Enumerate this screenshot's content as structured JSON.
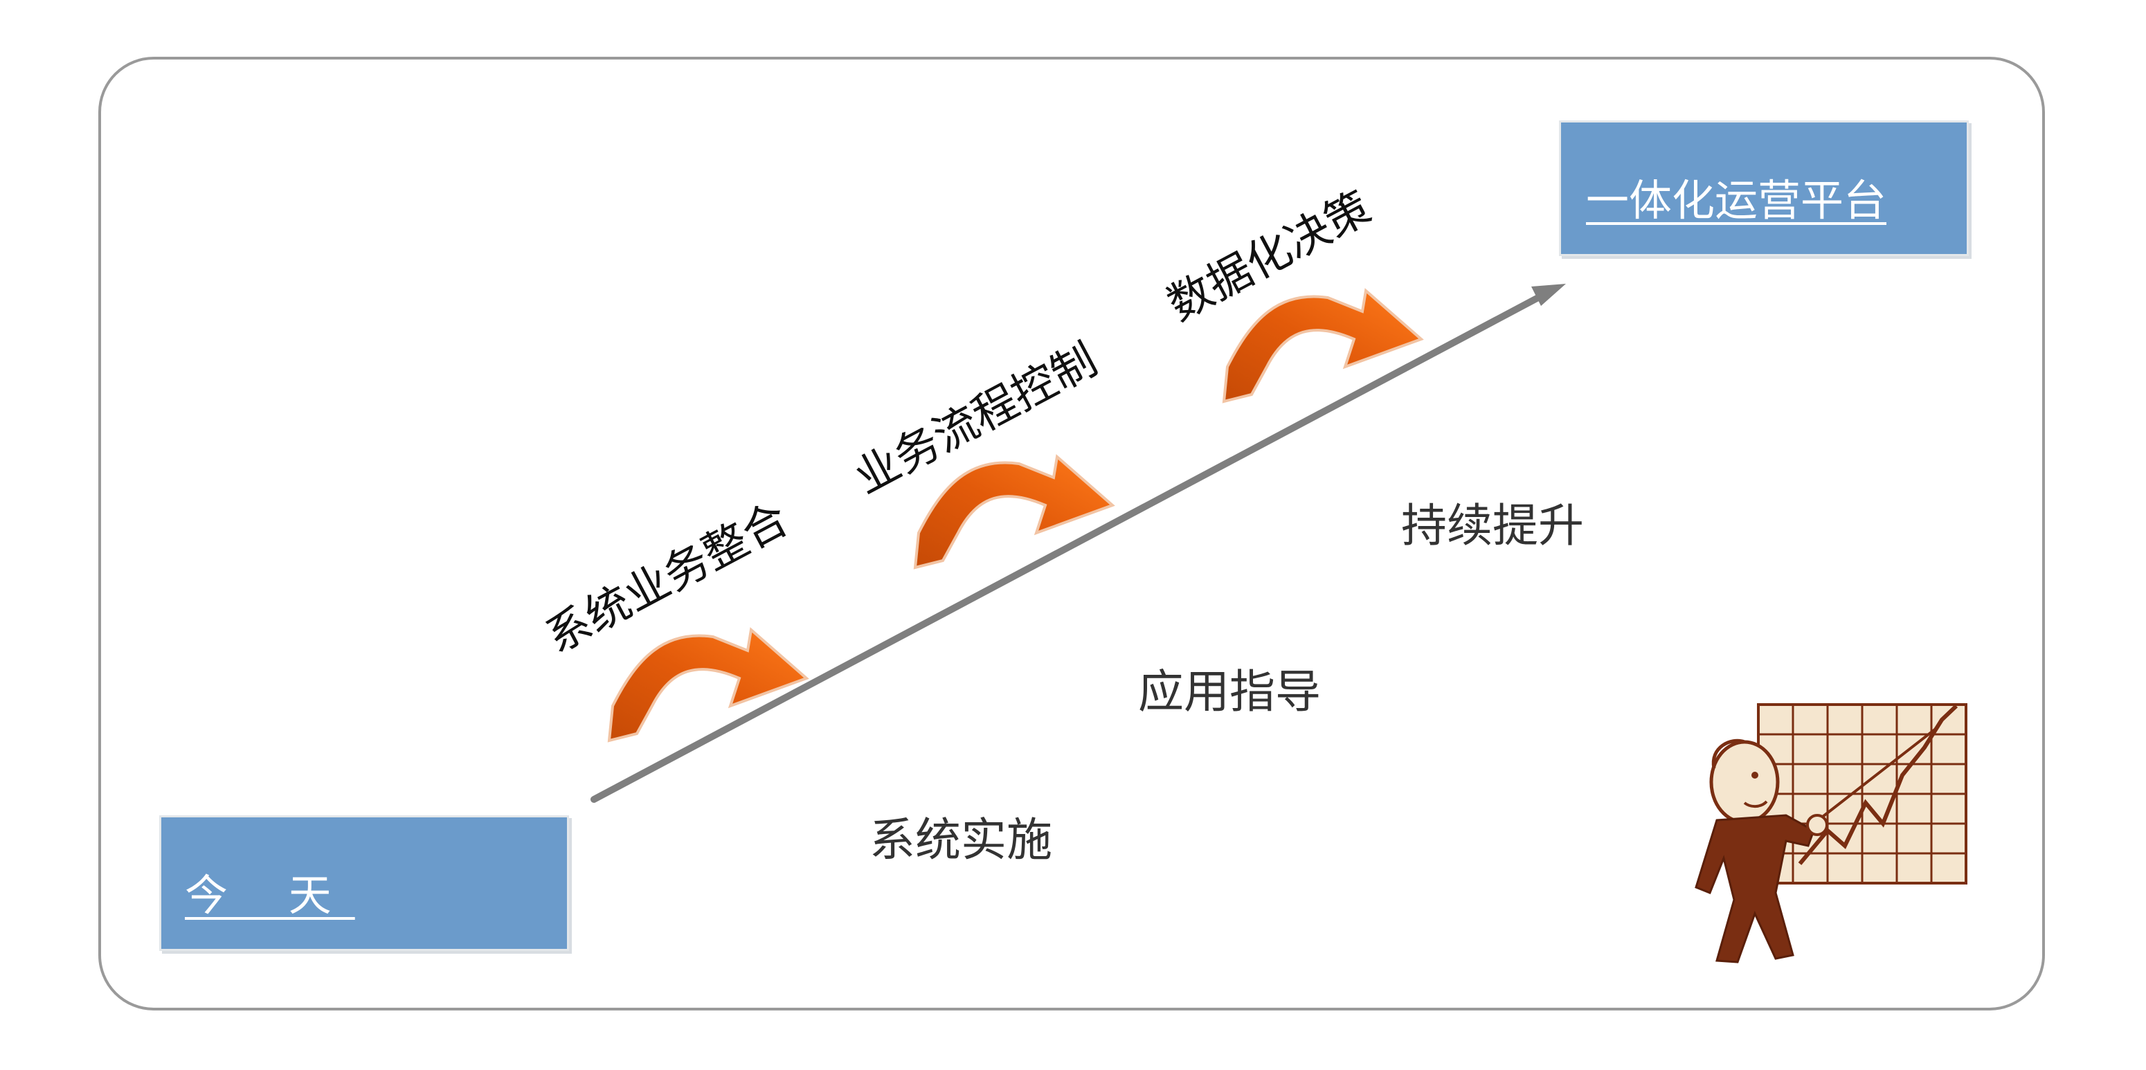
{
  "diagram": {
    "start_box": {
      "label": "今 天",
      "color": "#6b9bcb"
    },
    "end_box": {
      "label": "一体化运营平台",
      "color": "#6b9bcb"
    },
    "stages": [
      {
        "label": "系统业务整合"
      },
      {
        "label": "业务流程控制"
      },
      {
        "label": "数据化决策"
      }
    ],
    "levels": [
      {
        "label": "系统实施"
      },
      {
        "label": "应用指导"
      },
      {
        "label": "持续提升"
      }
    ],
    "colors": {
      "trend_arrow": "#7f7f7f",
      "curved_arrow": "#f06a10",
      "figure": "#7a2e12",
      "chart_grid_fill": "#f5e6cf"
    },
    "icons": [
      "trend-arrow",
      "curved-arrow-icon",
      "presenter-chart-illustration"
    ]
  }
}
